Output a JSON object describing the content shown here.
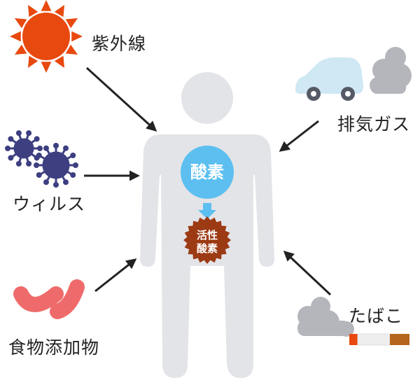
{
  "labels": {
    "uv": "紫外線",
    "virus": "ウィルス",
    "food": "食物添加物",
    "exhaust": "排気ガス",
    "tobacco": "たばこ"
  },
  "body": {
    "oxygen": "酸素",
    "active_top": "活性",
    "active_bottom": "酸素"
  },
  "colors": {
    "sun": "#e8490f",
    "virus": "#3d3f80",
    "food": "#ef6b6b",
    "car": "#cfe8f4",
    "smoke": "#b4b6bb",
    "body": "#e3e4e8",
    "oxygen": "#5cbff0",
    "active_oxygen": "#9c3a14",
    "arrow": "#222222"
  },
  "icons": [
    "sun-icon",
    "virus-icon",
    "food-icon",
    "car-icon",
    "smoke-icon",
    "cigarette-icon"
  ]
}
